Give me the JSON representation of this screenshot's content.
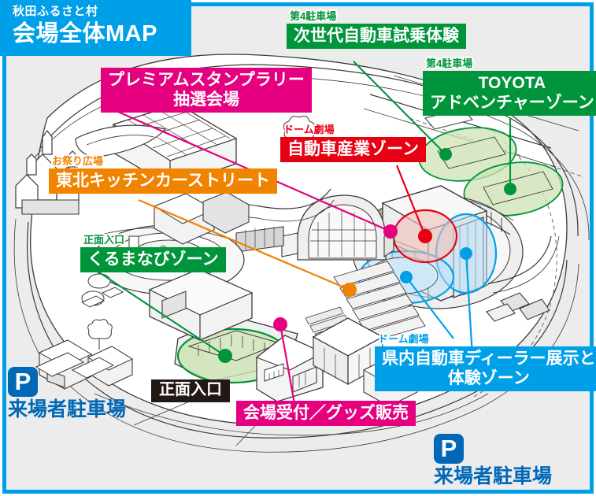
{
  "header": {
    "sub_title": "秋田ふるさと村",
    "main_title": "会場全体MAP",
    "bg_color": "#00A0E9"
  },
  "colors": {
    "green": "#00953B",
    "pink": "#E5007F",
    "red": "#E60012",
    "orange": "#F08300",
    "blue": "#00A0E9",
    "dark": "#231815",
    "parking_blue": "#0068B7",
    "map_bg": "#ECECEC"
  },
  "labels": [
    {
      "id": "next-gen-test-drive",
      "sub": "第4駐車場",
      "title": "次世代自動車試乗体験",
      "color": "#00953B",
      "style": "outline-sub"
    },
    {
      "id": "toyota-adventure-zone",
      "sub": "第4駐車場",
      "title_line1": "TOYOTA",
      "title_line2": "アドベンチャーゾーン",
      "color": "#00953B",
      "style": "outline-sub"
    },
    {
      "id": "premium-stamp-rally",
      "sub": "",
      "title_line1": "プレミアムスタンプラリー",
      "title_line2": "抽選会場",
      "color": "#E5007F",
      "style": "box-only"
    },
    {
      "id": "auto-industry-zone",
      "sub": "ドーム劇場",
      "title": "自動車産業ゾーン",
      "color": "#E60012",
      "style": "outline-sub"
    },
    {
      "id": "tohoku-kitchen-car-street",
      "sub": "お祭り広場",
      "title": "東北キッチンカーストリート",
      "color": "#F08300",
      "style": "outline-sub"
    },
    {
      "id": "kuruma-manabi-zone",
      "sub": "正面入口",
      "title": "くるまなびゾーン",
      "color": "#00953B",
      "style": "outline-sub"
    },
    {
      "id": "dealer-exhibit-zone",
      "sub": "ドーム劇場",
      "title_line1": "県内自動車ディーラー展示と",
      "title_line2": "体験ゾーン",
      "color": "#00A0E9",
      "style": "outline-sub"
    },
    {
      "id": "front-entrance",
      "title": "正面入口",
      "color": "#231815",
      "style": "dark-box"
    },
    {
      "id": "venue-reception-goods",
      "title": "会場受付／グッズ販売",
      "color": "#E5007F",
      "style": "box-only"
    }
  ],
  "parking": [
    {
      "id": "visitor-parking-left",
      "icon": "P",
      "text": "来場者駐車場"
    },
    {
      "id": "visitor-parking-right",
      "icon": "P",
      "text": "来場者駐車場"
    }
  ],
  "map": {
    "description": "秋田ふるさと村 会場全体の鳥瞰イラストマップ",
    "markers": [
      {
        "id": "marker-toyota-a",
        "color": "#00953B",
        "shape": "ellipse-dot"
      },
      {
        "id": "marker-toyota-b",
        "color": "#00953B",
        "shape": "ellipse-dot"
      },
      {
        "id": "marker-dome-red",
        "color": "#E60012",
        "shape": "ellipse-dot"
      },
      {
        "id": "marker-dome-blue-a",
        "color": "#00A0E9",
        "shape": "ellipse-dot"
      },
      {
        "id": "marker-dome-blue-b",
        "color": "#00A0E9",
        "shape": "ellipse-dot"
      },
      {
        "id": "marker-kuruma",
        "color": "#00953B",
        "shape": "ellipse-dot"
      },
      {
        "id": "marker-stamp",
        "color": "#E5007F",
        "shape": "dot"
      },
      {
        "id": "marker-kitchen",
        "color": "#F08300",
        "shape": "dot"
      },
      {
        "id": "marker-reception",
        "color": "#E5007F",
        "shape": "dot"
      }
    ]
  }
}
